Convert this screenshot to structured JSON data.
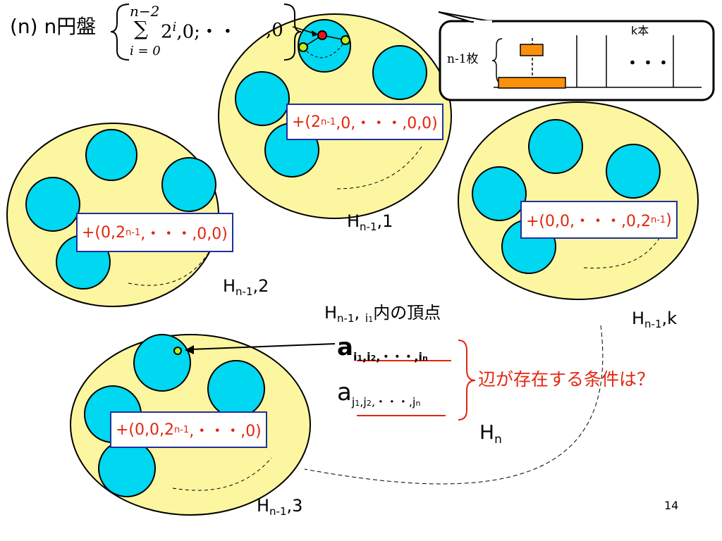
{
  "title": {
    "prefix": "(n) n円盤",
    "top_n2": "n−2",
    "sigma": "∑",
    "lower_i0": "i = 0",
    "expr_2": "2",
    "expr_i": "i",
    "expr_tail": ",0;・・",
    "expr_end": ",0"
  },
  "callout": {
    "k_label": "k本",
    "n1_label": "n-1枚",
    "dots": "・・・"
  },
  "offsets": {
    "h1": [
      "+(2",
      "n-1",
      ",0,・・・,0,0)"
    ],
    "h2": [
      "+(0,2",
      "n-1",
      ",・・・,0,0)"
    ],
    "hk": [
      "+(0,0,・・・,0,2",
      "n-1",
      ")"
    ],
    "h3": [
      "+(0,0,2",
      "n-1",
      ",・・・,0)"
    ]
  },
  "labels": {
    "H": "H",
    "sub_n1": "n-1",
    "h1_suffix": ",1",
    "h2_suffix": ",2",
    "h3_suffix": ",3",
    "hk_suffix": ",k",
    "hn_sub": "n",
    "comma": ",",
    "i": "i",
    "i1_sub": "1",
    "vertex_suffix": "内の頂点"
  },
  "edge_question": "辺が存在する条件は？",
  "vertex_a": {
    "base": "a",
    "comma": ",",
    "dots": ",・・・,",
    "i": "i",
    "j": "j",
    "s1": "1",
    "s2": "2",
    "sn": "n"
  },
  "page_number": "14",
  "colors": {
    "ellipse_fill": "#fdf6a0",
    "disk_fill": "#00d7f0",
    "box_border": "#1f2f9f",
    "red": "#e3260f",
    "orange": "#f9920a",
    "vertex_green": "#b8f020",
    "vertex_red": "#e81515"
  }
}
